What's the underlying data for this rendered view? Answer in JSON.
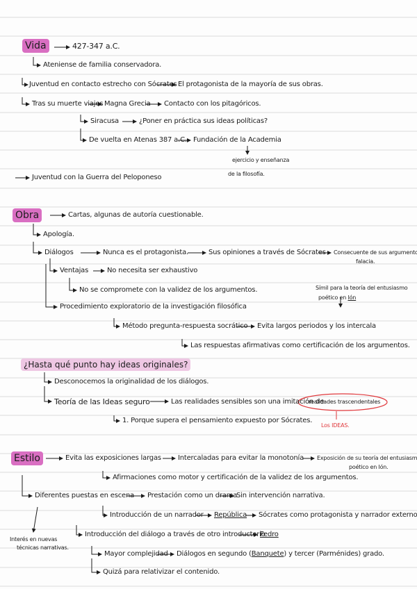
{
  "vida": {
    "heading": "Vida",
    "dates": "427-347 a.C.",
    "line1": "Ateniense de familia conservadora.",
    "line2": "Juventud en contacto estrecho con Sócrates",
    "line2b": "El protagonista de la mayoría de sus obras.",
    "line3": "Tras su muerte viajes",
    "line3b": "Magna Grecia",
    "line3c": "Contacto con los pitagóricos.",
    "line4": "Siracusa",
    "line4b": "¿Poner en práctica sus ideas políticas?",
    "line5": "De vuelta en Atenas 387 a.C.",
    "line5b": "Fundación de la Academia",
    "line6a": "ejercicio y enseñanza",
    "line6b": "de la filosofía.",
    "line7": "Juventud con la Guerra del Peloponeso"
  },
  "obra": {
    "heading": "Obra",
    "line1": "Cartas, algunas de autoría cuestionable.",
    "line2": "Apología.",
    "line3": "Diálogos",
    "line3b": "Nunca es el protagonista.",
    "line3c": "Sus opiniones a través de Sócrates",
    "line3d": "Consecuente de sus argumentos",
    "line3e": "falacia.",
    "line4": "Ventajas",
    "line4b": "No necesita ser exhaustivo",
    "line5": "No se compromete con la validez de los argumentos.",
    "note1": "Símil para la teoría del entusiasmo",
    "note2": "poético en",
    "note2b": "Ión",
    "line6": "Procedimiento exploratorio de la investigación filosófica",
    "line7": "Método pregunta-respuesta socrático",
    "line7b": "Evita largos periodos y los intercala",
    "line8": "Las respuestas afirmativas como certificación de los argumentos."
  },
  "hasta": {
    "heading": "¿Hasta qué punto hay ideas originales?",
    "line1": "Desconocemos la originalidad de los diálogos.",
    "line2": "Teoría de las Ideas seguro",
    "line2b": "Las realidades sensibles son una imitación de",
    "line2c": "realidades trascendentales",
    "red_label": "Los IDEAS.",
    "line3": "1. Porque supera el pensamiento expuesto por Sócrates."
  },
  "estilo": {
    "heading": "Estilo",
    "line1": "Evita las exposiciones largas",
    "line1b": "Intercaladas para evitar la monotonía",
    "line1c": "Exposición de su teoría del entusiasmo",
    "line1d": "poético en Ión.",
    "line2": "Afirmaciones como motor y certificación de la validez de los argumentos.",
    "line3": "Diferentes puestas en escena",
    "line3b": "Prestación como un drama",
    "line3c": "Sin intervención narrativa.",
    "line4": "Introducción de un narrador",
    "line4b": "República",
    "line4c": "Sócrates como protagonista y narrador externo.",
    "side1": "Interés en nuevas",
    "side2": "técnicas narrativas.",
    "line5": "Introducción del diálogo a través de otro introductorio",
    "line5b": "Fedro",
    "line6": "Mayor complejidad",
    "line6b": "Diálogos en segundo (",
    "line6c": "Banquete",
    "line6d": ") y tercer (Parménides) grado.",
    "line7": "Quizá para relativizar el contenido."
  }
}
